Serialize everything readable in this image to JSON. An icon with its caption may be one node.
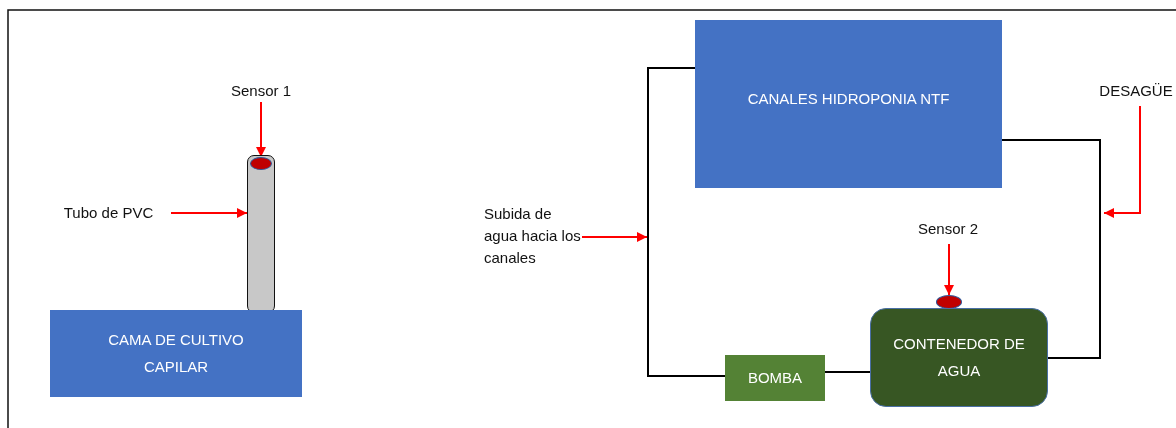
{
  "diagram": {
    "nodes": [
      {
        "text": [
          "Sensor 1"
        ]
      },
      {
        "text": [],
        "shape": "circle",
        "in": 2
      },
      {
        "text": [],
        "shape": "cylinder"
      },
      {
        "text": [
          "Tubo de PVC"
        ]
      },
      {
        "text": [
          "CAMA DE CULTIVO CAPILAR"
        ]
      },
      {
        "text": [
          "CANALES HIDROPONIA NTF"
        ]
      },
      {
        "text": [
          "Subida de agua hacia los canales"
        ]
      },
      {
        "text": [
          "BOMBA"
        ]
      },
      {
        "text": [
          "Sensor 2"
        ]
      },
      {
        "text": [],
        "shape": "circle"
      },
      {
        "text": [
          "CONTENEDOR DE AGUA"
        ]
      },
      {
        "text": [
          "DESAGÜE"
        ]
      }
    ],
    "edges": [
      {
        "from": 0,
        "to": 1,
        "arrow": "to"
      },
      {
        "from": 3,
        "to": 2,
        "arrow": "to"
      },
      {
        "from": 7,
        "to": 5,
        "arrow": "none",
        "color": "#000000"
      },
      {
        "from": 6,
        "to": null,
        "arrow": "to"
      },
      {
        "from": 10,
        "to": 7,
        "arrow": "none",
        "color": "#000000"
      },
      {
        "from": 5,
        "to": 10,
        "arrow": "none",
        "color": "#000000"
      },
      {
        "from": 8,
        "to": 9,
        "arrow": "to"
      },
      {
        "from": 11,
        "to": null,
        "arrow": "to"
      }
    ]
  }
}
